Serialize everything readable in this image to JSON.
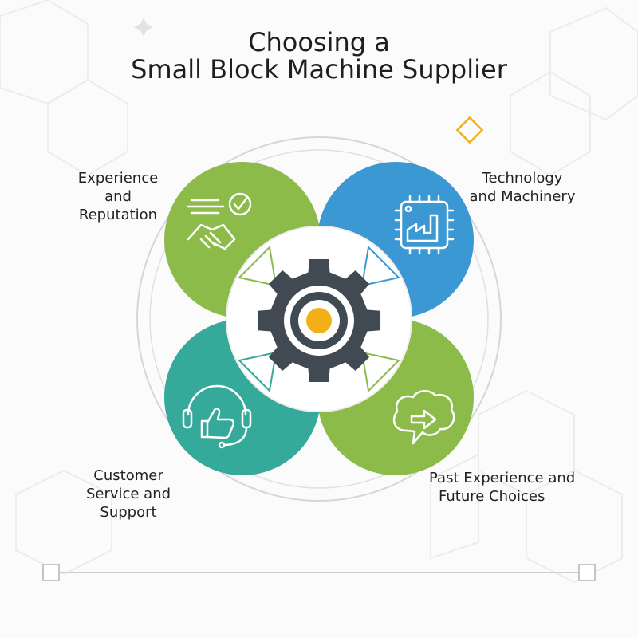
{
  "title": {
    "line1": "Choosing a",
    "line2": "Small Block Machine Supplier"
  },
  "segments": [
    {
      "key": "top-left",
      "label_line1": "Experience and",
      "label_line2": "Reputation",
      "color": "#8dbb4a",
      "icon": "handshake-checklist-icon"
    },
    {
      "key": "top-right",
      "label_line1": "Technology",
      "label_line2": "and Machinery",
      "color": "#3b98d2",
      "icon": "chip-factory-icon"
    },
    {
      "key": "bottom-left",
      "label_line1": "Customer",
      "label_line2": "Service and",
      "label_line3": "Support",
      "color": "#35a99a",
      "icon": "headset-thumbs-up-icon"
    },
    {
      "key": "bottom-right",
      "label_line1": "Past Experience and",
      "label_line2": "Future Choices",
      "color": "#8dbb4a",
      "icon": "speech-bubble-arrow-icon"
    }
  ],
  "center": {
    "icon": "gear-icon",
    "gear_color": "#414a52",
    "dot_color": "#f4b019"
  },
  "accent_color": "#f4b019"
}
